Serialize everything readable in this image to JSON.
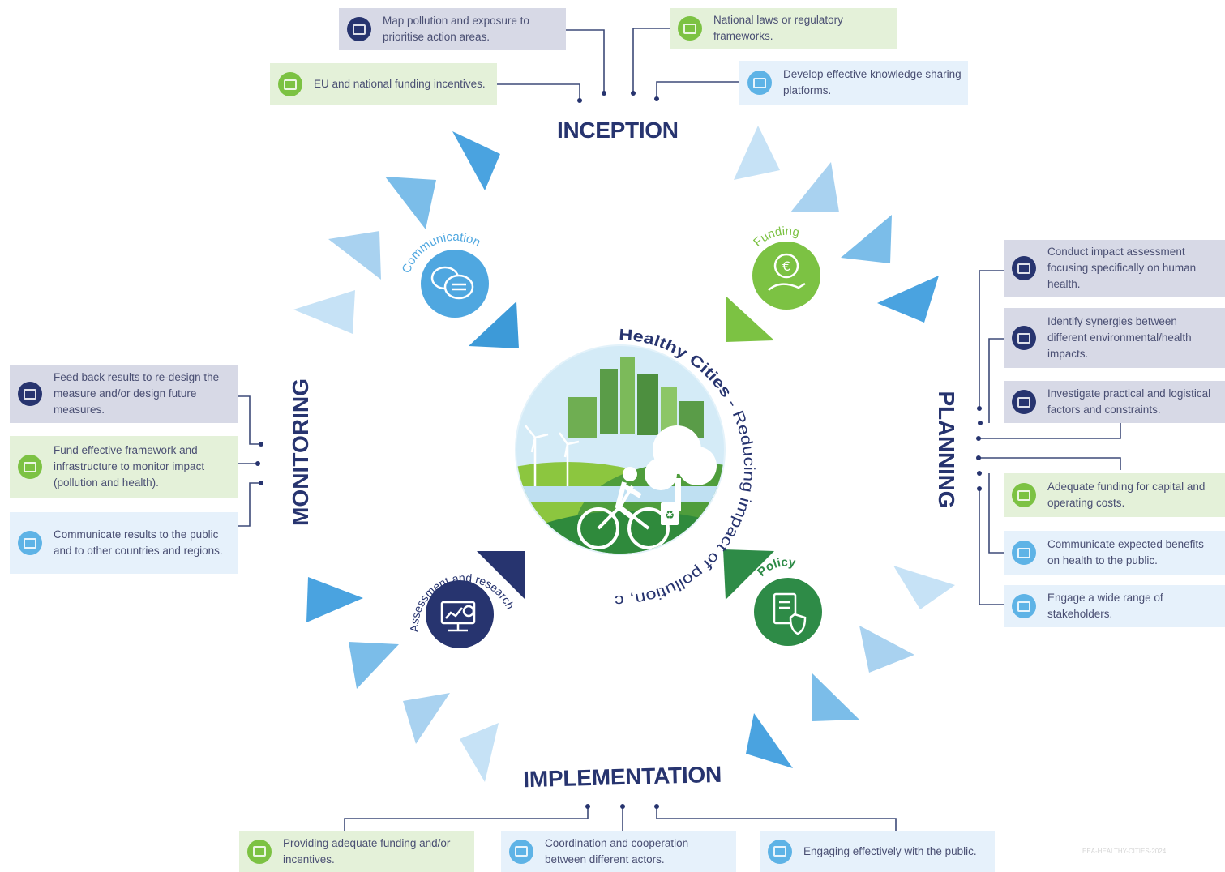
{
  "stages": {
    "inception": "INCEPTION",
    "planning": "PLANNING",
    "implementation": "IMPLEMENTATION",
    "monitoring": "MONITORING"
  },
  "center": {
    "curved_title_part1": "Healthy Cities",
    "curved_title_part2": " - Reducing impact of pollution, climate change and environmental degradation - "
  },
  "pillars": {
    "communication": "Communication",
    "funding": "Funding",
    "policy": "Policy",
    "assessment": "Assessment and research"
  },
  "boxes": {
    "inception": [
      "Map pollution and exposure to prioritise action areas.",
      "National laws or regulatory frameworks.",
      "EU and national funding incentives.",
      "Develop effective knowledge sharing platforms."
    ],
    "planning": [
      "Conduct impact assessment focusing specifically on human health.",
      "Identify synergies between different environmental/health impacts.",
      "Investigate practical and logistical factors and constraints.",
      "Adequate funding for capital and operating costs.",
      "Communicate expected benefits on health to the public.",
      "Engage a wide range of stakeholders."
    ],
    "monitoring": [
      "Feed back results to re-design the measure and/or design future measures.",
      "Fund effective framework and infrastructure to monitor impact (pollution and health).",
      "Communicate results to the public and to other countries and regions."
    ],
    "implementation": [
      "Providing adequate funding and/or incentives.",
      "Coordination and cooperation between different actors.",
      "Engaging effectively with the public."
    ]
  },
  "watermark": "EEA-HEALTHY-CITIES-2024",
  "colors": {
    "navy": "#27346f",
    "green": "#7cc243",
    "dark_green": "#2e8b47",
    "light_blue": "#5eb3e6",
    "sky": "#3d9ad8"
  },
  "icons": {
    "communication": "speech-bubbles-icon",
    "funding": "euro-hand-icon",
    "policy": "document-shield-icon",
    "assessment": "chart-monitor-icon"
  }
}
